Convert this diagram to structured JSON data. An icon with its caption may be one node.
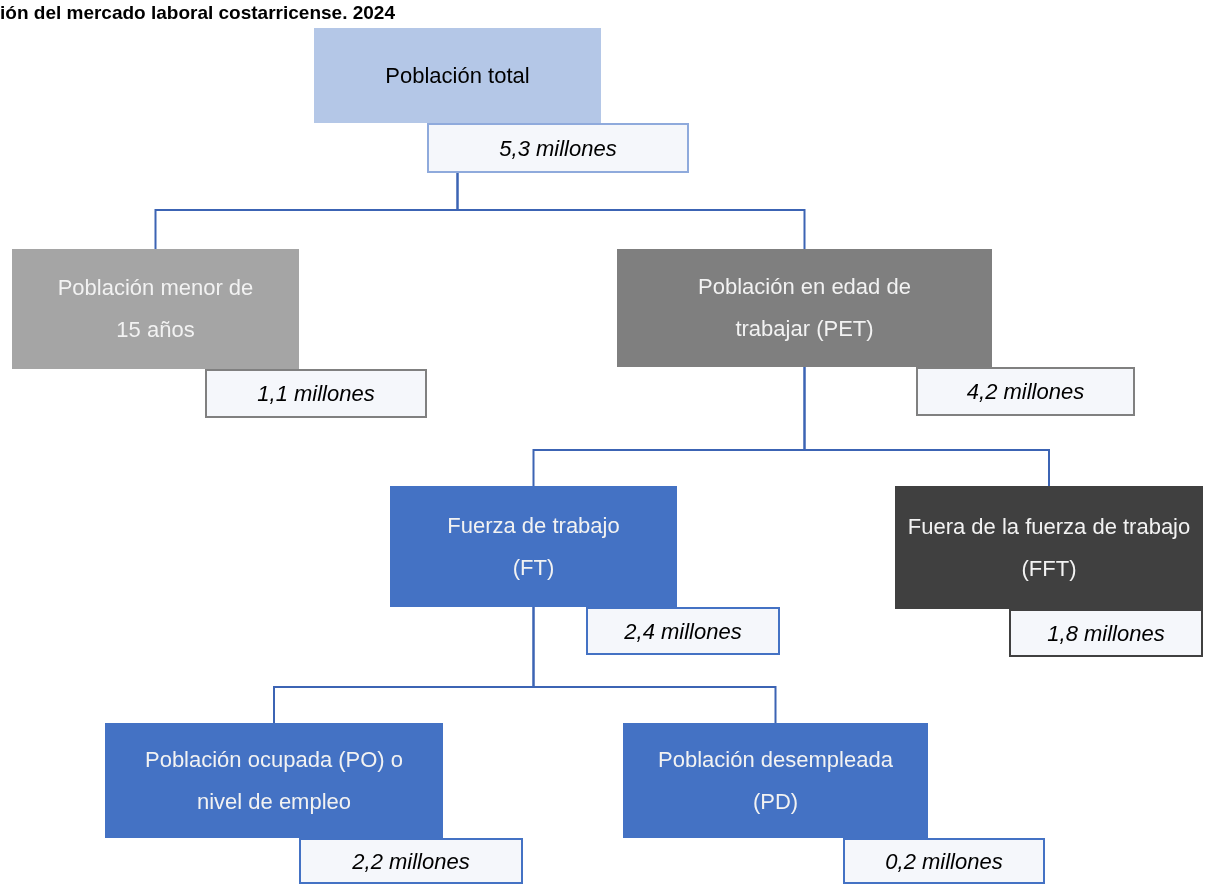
{
  "diagram": {
    "title": "ión del mercado laboral costarricense. 2024",
    "nodes": [
      {
        "text": [
          "Población total"
        ],
        "beside": [
          "5,3 millones"
        ]
      },
      {
        "text": [
          "Población menor de 15 años"
        ],
        "beside": [
          "1,1 millones"
        ]
      },
      {
        "text": [
          "Población en edad de trabajar (PET)"
        ],
        "beside": [
          "4,2 millones"
        ]
      },
      {
        "text": [
          "Fuerza de trabajo (FT)"
        ],
        "beside": [
          "2,4 millones"
        ]
      },
      {
        "text": [
          "Fuera de la fuerza de trabajo (FFT)"
        ],
        "beside": [
          "1,8 millones"
        ]
      },
      {
        "text": [
          "Población ocupada (PO) o nivel de empleo"
        ],
        "beside": [
          "2,2 millones"
        ]
      },
      {
        "text": [
          "Población desempleada (PD)"
        ],
        "beside": [
          "0,2 millones"
        ]
      }
    ],
    "edges": [
      {
        "from": 0,
        "to": 1,
        "arrow": "none"
      },
      {
        "from": 0,
        "to": 2,
        "arrow": "none"
      },
      {
        "from": 2,
        "to": 3,
        "arrow": "none"
      },
      {
        "from": 2,
        "to": 4,
        "arrow": "none"
      },
      {
        "from": 3,
        "to": 5,
        "arrow": "none"
      },
      {
        "from": 3,
        "to": 6,
        "arrow": "none"
      }
    ]
  }
}
